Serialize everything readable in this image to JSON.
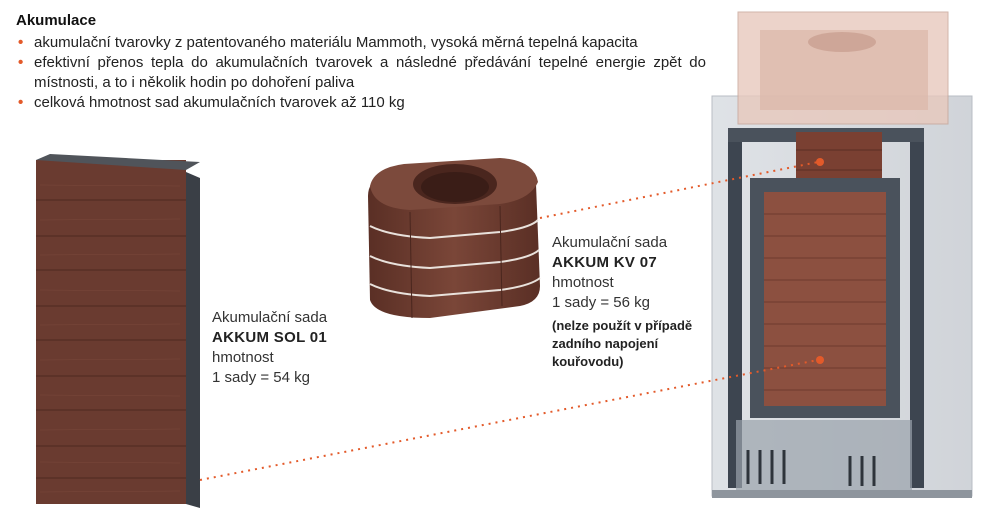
{
  "section": {
    "title": "Akumulace",
    "bullets": [
      "akumulační tvarovky z patentovaného materiálu Mammoth, vysoká měrná tepelná kapacita",
      "efektivní přenos tepla do akumulačních tvarovek a následné předávání tepelné energie zpět do místnosti, a to i několik hodin po dohoření paliva",
      "celková hmotnost sad akumulačních tvarovek až 110 kg"
    ]
  },
  "products": {
    "sol": {
      "line1": "Akumulační sada",
      "name": "AKKUM SOL 01",
      "line3": "hmotnost",
      "weight": "1 sady = 54 kg"
    },
    "kv": {
      "line1": "Akumulační sada",
      "name": "AKKUM KV 07",
      "line3": "hmotnost",
      "weight": "1 sady = 56 kg",
      "note1": "(nelze použít v případě",
      "note2": "zadního napojení",
      "note3": "kouřovodu)"
    }
  },
  "colors": {
    "accent": "#e35a2a",
    "brick": "#6b3a2e",
    "frame": "#3d4550"
  }
}
